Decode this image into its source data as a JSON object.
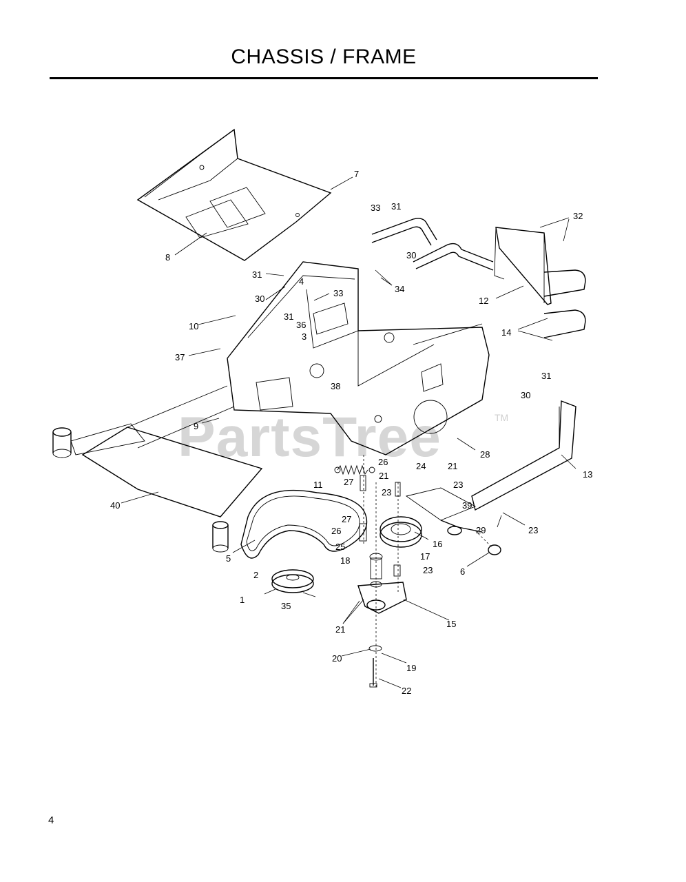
{
  "page": {
    "title": "CHASSIS / FRAME",
    "page_number": "4",
    "watermark": "PartsTree",
    "watermark_tm": "TM"
  },
  "callouts": [
    {
      "id": "c7a",
      "label": "7"
    },
    {
      "id": "c8",
      "label": "8"
    },
    {
      "id": "c33a",
      "label": "33"
    },
    {
      "id": "c31a",
      "label": "31"
    },
    {
      "id": "c32",
      "label": "32"
    },
    {
      "id": "c30a",
      "label": "30"
    },
    {
      "id": "c31b",
      "label": "31"
    },
    {
      "id": "c4",
      "label": "4"
    },
    {
      "id": "c30b",
      "label": "30"
    },
    {
      "id": "c33b",
      "label": "33"
    },
    {
      "id": "c34",
      "label": "34"
    },
    {
      "id": "c12",
      "label": "12"
    },
    {
      "id": "c10",
      "label": "10"
    },
    {
      "id": "c31c",
      "label": "31"
    },
    {
      "id": "c36",
      "label": "36"
    },
    {
      "id": "c3",
      "label": "3"
    },
    {
      "id": "c14",
      "label": "14"
    },
    {
      "id": "c37",
      "label": "37"
    },
    {
      "id": "c38",
      "label": "38"
    },
    {
      "id": "c31d",
      "label": "31"
    },
    {
      "id": "c30c",
      "label": "30"
    },
    {
      "id": "c9",
      "label": "9"
    },
    {
      "id": "c28",
      "label": "28"
    },
    {
      "id": "c26a",
      "label": "26"
    },
    {
      "id": "c11",
      "label": "11"
    },
    {
      "id": "c27a",
      "label": "27"
    },
    {
      "id": "c21a",
      "label": "21"
    },
    {
      "id": "c24",
      "label": "24"
    },
    {
      "id": "c21b",
      "label": "21"
    },
    {
      "id": "c13",
      "label": "13"
    },
    {
      "id": "c23a",
      "label": "23"
    },
    {
      "id": "c23b",
      "label": "23"
    },
    {
      "id": "c40",
      "label": "40"
    },
    {
      "id": "c39",
      "label": "39"
    },
    {
      "id": "c27b",
      "label": "27"
    },
    {
      "id": "c29",
      "label": "29"
    },
    {
      "id": "c23c",
      "label": "23"
    },
    {
      "id": "c26b",
      "label": "26"
    },
    {
      "id": "c16",
      "label": "16"
    },
    {
      "id": "c25",
      "label": "25"
    },
    {
      "id": "c5",
      "label": "5"
    },
    {
      "id": "c17",
      "label": "17"
    },
    {
      "id": "c18",
      "label": "18"
    },
    {
      "id": "c23d",
      "label": "23"
    },
    {
      "id": "c6",
      "label": "6"
    },
    {
      "id": "c2",
      "label": "2"
    },
    {
      "id": "c1",
      "label": "1"
    },
    {
      "id": "c35",
      "label": "35"
    },
    {
      "id": "c15",
      "label": "15"
    },
    {
      "id": "c21c",
      "label": "21"
    },
    {
      "id": "c20",
      "label": "20"
    },
    {
      "id": "c19",
      "label": "19"
    },
    {
      "id": "c22",
      "label": "22"
    }
  ]
}
